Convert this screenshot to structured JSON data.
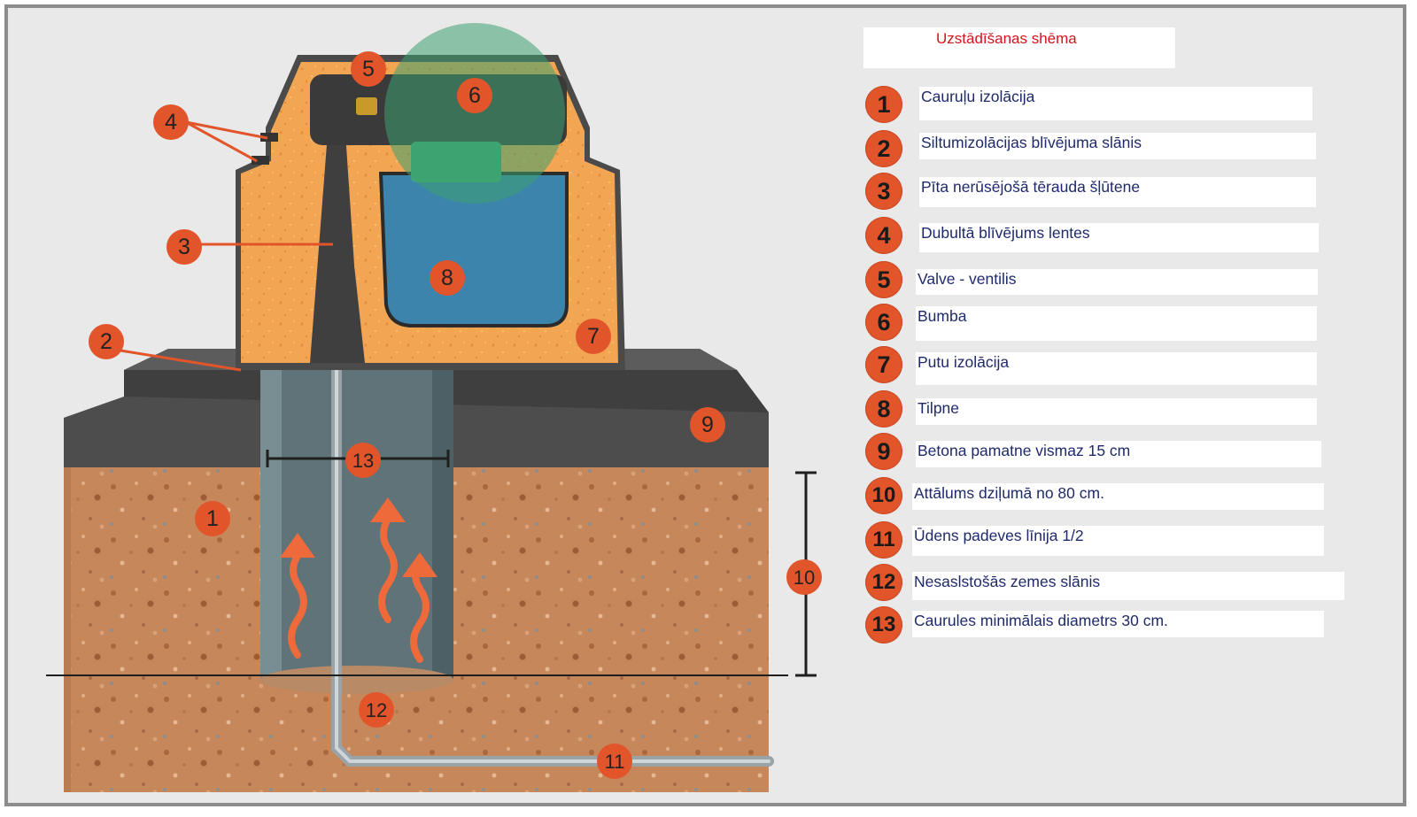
{
  "legend": {
    "title": "Uzstādīšanas shēma",
    "items": [
      {
        "num": "1",
        "label": "Cauruļu izolācija"
      },
      {
        "num": "2",
        "label": "Siltumizolācijas blīvējuma slānis"
      },
      {
        "num": "3",
        "label": "Pīta nerūsējošā tērauda šļūtene"
      },
      {
        "num": "4",
        "label": "Dubultā blīvējums lentes"
      },
      {
        "num": "5",
        "label": "Valve - ventilis"
      },
      {
        "num": "6",
        "label": "Bumba"
      },
      {
        "num": "7",
        "label": "Putu izolācija"
      },
      {
        "num": "8",
        "label": "Tilpne"
      },
      {
        "num": "9",
        "label": "Betona pamatne vismaz 15 cm"
      },
      {
        "num": "10",
        "label": "Attālums dziļumā no 80 cm."
      },
      {
        "num": "11",
        "label": "Ūdens padeves līnija 1/2"
      },
      {
        "num": "12",
        "label": "Nesaslstošās zemes slānis"
      },
      {
        "num": "13",
        "label": "Caurules minimālais diametrs 30 cm."
      }
    ]
  },
  "diagram": {
    "callouts": [
      "1",
      "2",
      "3",
      "4",
      "5",
      "6",
      "7",
      "8",
      "9",
      "10",
      "11",
      "12",
      "13"
    ]
  },
  "colors": {
    "badge": "#e2552b",
    "insulation": "#f2a552",
    "soil": "#c98a5e",
    "concrete": "#4a4a4a",
    "pipe": "#5f7378",
    "water": "#3d84ad",
    "legend_text": "#1f2a6b",
    "title_text": "#d4141c"
  }
}
